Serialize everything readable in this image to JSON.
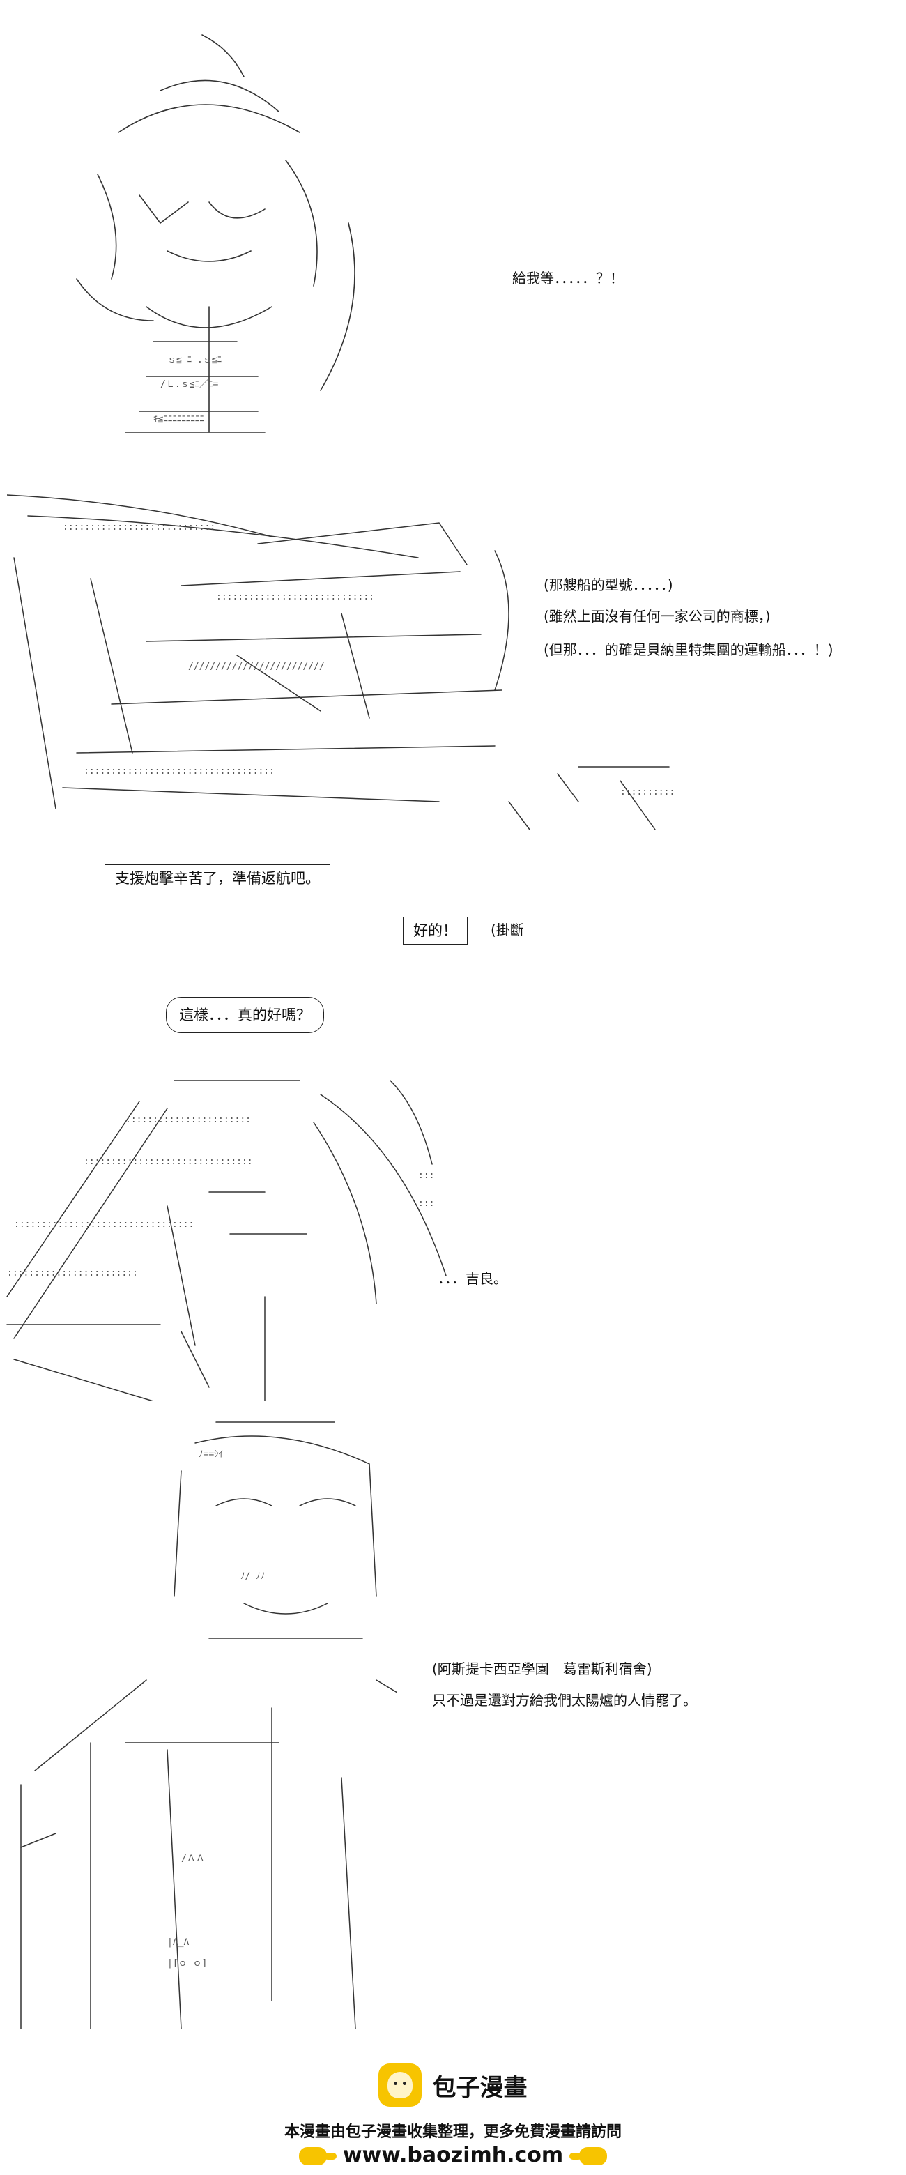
{
  "panel1": {
    "line": "給我等．．．．．？！"
  },
  "panel2": {
    "lines": [
      "(那艘船的型號．．．．．)",
      "(雖然上面沒有任何一家公司的商標，)",
      "(但那．．．的確是貝納里特集團的運輸船．．．！)"
    ]
  },
  "panel3": {
    "box_speech": "支援炮擊辛苦了，準備返航吧。",
    "box_reply": "好的！",
    "hangup": "(掛斷"
  },
  "panel4": {
    "bubble": "這樣．．．真的好嗎？",
    "name_line": "．．．吉良。"
  },
  "panel5": {
    "location": "(阿斯提卡西亞學園　葛雷斯利宿舍)",
    "line": "只不過是還對方給我們太陽爐的人情罷了。"
  },
  "footer": {
    "brand": "包子漫畫",
    "notice": "本漫畫由包子漫畫收集整理，更多免費漫畫請訪問",
    "url": "www.baozimh.com",
    "colors": {
      "brand_yellow": "#f7c400"
    },
    "icons": [
      "baozi-logo-icon",
      "pointing-hand-right-icon",
      "pointing-hand-left-icon"
    ]
  }
}
